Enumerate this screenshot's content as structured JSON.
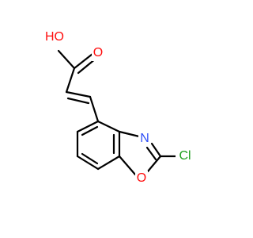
{
  "molecule": {
    "atoms": {
      "oh": {
        "text": "HO",
        "color": "#ff0d0d"
      },
      "carbonyl_o": {
        "text": "O",
        "color": "#ff0d0d"
      },
      "ring_n": {
        "text": "N",
        "color": "#3050f8"
      },
      "ring_o": {
        "text": "O",
        "color": "#ff0d0d"
      },
      "cl": {
        "text": "Cl",
        "color": "#1fa01f"
      }
    }
  }
}
